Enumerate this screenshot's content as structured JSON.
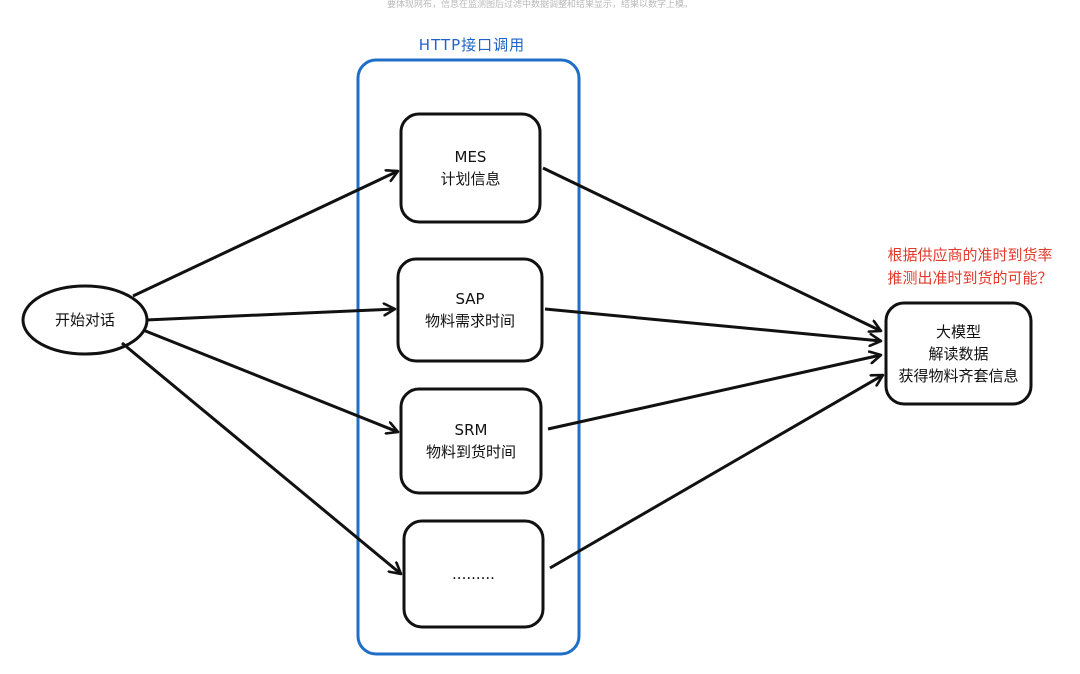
{
  "top_note": "要体现网布，信息在监测图后过滤中数据调整和结果显示，结果以数字上模。",
  "group": {
    "title": "HTTP接口调用"
  },
  "nodes": {
    "start": {
      "label": "开始对话"
    },
    "mes": {
      "line1": "MES",
      "line2": "计划信息"
    },
    "sap": {
      "line1": "SAP",
      "line2": "物料需求时间"
    },
    "srm": {
      "line1": "SRM",
      "line2": "物料到货时间"
    },
    "more": {
      "line1": "........."
    },
    "llm": {
      "line1": "大模型",
      "line2": "解读数据",
      "line3": "获得物料齐套信息"
    }
  },
  "note": {
    "line1": "根据供应商的准时到货率",
    "line2": "推测出准时到货的可能？"
  },
  "colors": {
    "group_border": "#1f6fc9",
    "group_title": "#1f63c8",
    "note": "#e23a2c",
    "stroke": "#111111"
  }
}
